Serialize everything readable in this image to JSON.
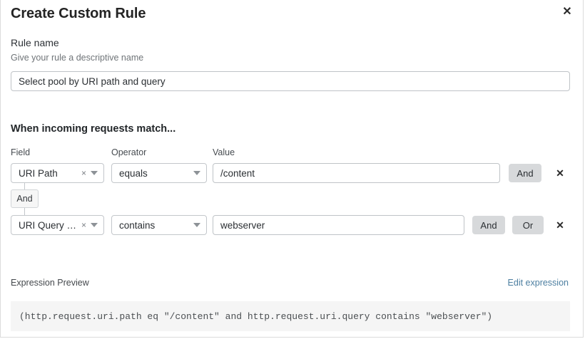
{
  "dialog": {
    "title": "Create Custom Rule",
    "close_icon": "close-icon"
  },
  "rule_name": {
    "label": "Rule name",
    "hint": "Give your rule a descriptive name",
    "value": "Select pool by URI path and query",
    "placeholder": ""
  },
  "match_section": {
    "heading": "When incoming requests match...",
    "columns": {
      "field": "Field",
      "operator": "Operator",
      "value": "Value"
    },
    "connector": "And",
    "rows": [
      {
        "field": "URI Path",
        "operator": "equals",
        "value": "/content",
        "clear_icon": "×",
        "buttons": [
          "And"
        ],
        "delete_icon": "✕"
      },
      {
        "field": "URI Query St...",
        "operator": "contains",
        "value": "webserver",
        "clear_icon": "×",
        "buttons": [
          "And",
          "Or"
        ],
        "delete_icon": "✕"
      }
    ]
  },
  "preview": {
    "label": "Expression Preview",
    "edit_link": "Edit expression",
    "expression": "(http.request.uri.path eq \"/content\" and http.request.uri.query contains \"webserver\")"
  },
  "colors": {
    "link": "#4d7fa1",
    "button_gray": "#d7d9db",
    "preview_bg": "#f5f5f5",
    "border": "#c3c7cb"
  }
}
